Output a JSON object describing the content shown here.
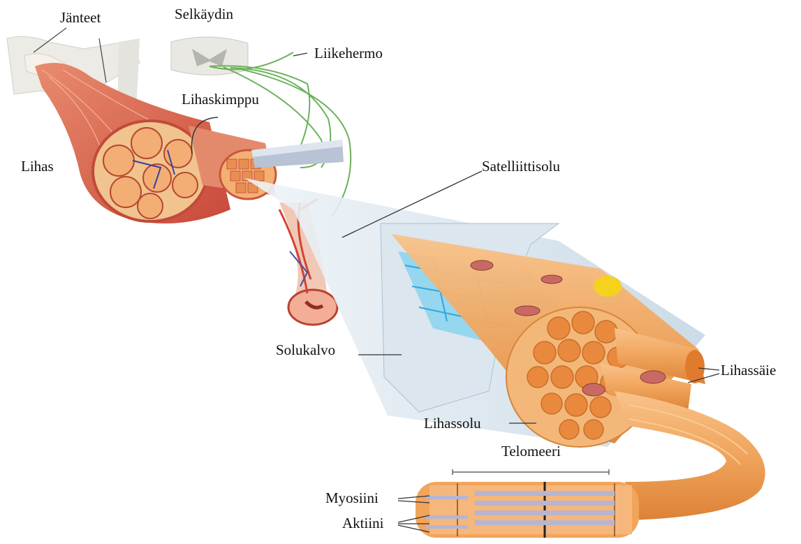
{
  "labels": {
    "tendons": "Jänteet",
    "spinal_cord": "Selkäydin",
    "motor_nerve": "Liikehermo",
    "muscle": "Lihas",
    "fascicle": "Lihaskimppu",
    "satellite_cell": "Satelliittisolu",
    "cell_membrane": "Solukalvo",
    "myofibrils": "Lihassäie",
    "muscle_cell": "Lihassolu",
    "sarcomere": "Telomeeri",
    "myosin": "Myosiini",
    "actin": "Aktiini"
  },
  "colors": {
    "muscle_red": "#d9614d",
    "muscle_light": "#f0a080",
    "fiber_orange": "#f2a55a",
    "fiber_dark": "#e07b2e",
    "nerve_green": "#5fa84a",
    "membrane_blue": "#cfe0ec",
    "reticulum_cyan": "#4fc1e8",
    "vessel_red": "#cc3b2a",
    "bone_grey": "#e6e6e2",
    "fat_yellow": "#f4d21e"
  }
}
